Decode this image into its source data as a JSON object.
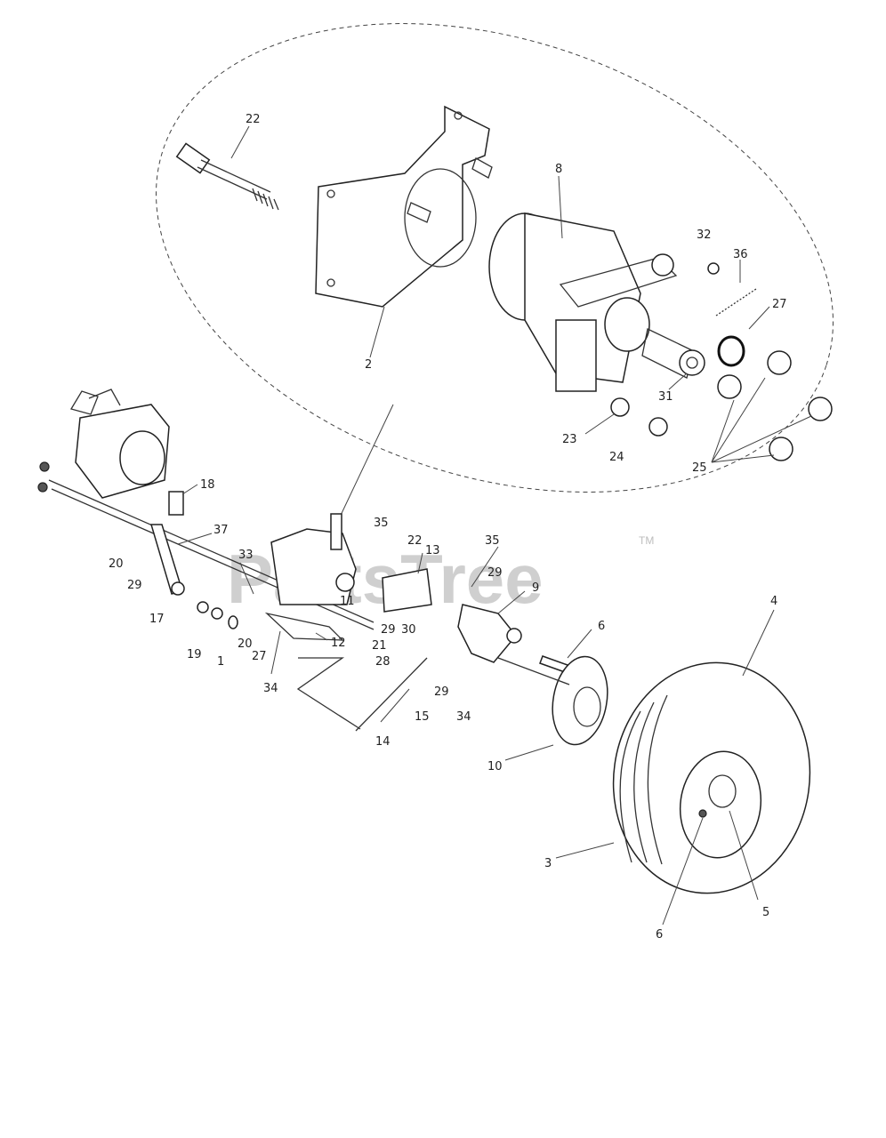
{
  "watermark": {
    "text": "PartsTree",
    "trademark": "TM"
  },
  "callouts": [
    {
      "id": "c22a",
      "text": "22"
    },
    {
      "id": "c8",
      "text": "8"
    },
    {
      "id": "c32",
      "text": "32"
    },
    {
      "id": "c36",
      "text": "36"
    },
    {
      "id": "c27a",
      "text": "27"
    },
    {
      "id": "c2",
      "text": "2"
    },
    {
      "id": "c31",
      "text": "31"
    },
    {
      "id": "c23",
      "text": "23"
    },
    {
      "id": "c24",
      "text": "24"
    },
    {
      "id": "c25",
      "text": "25"
    },
    {
      "id": "c18",
      "text": "18"
    },
    {
      "id": "c37",
      "text": "37"
    },
    {
      "id": "c20a",
      "text": "20"
    },
    {
      "id": "c29a",
      "text": "29"
    },
    {
      "id": "c17",
      "text": "17"
    },
    {
      "id": "c33",
      "text": "33"
    },
    {
      "id": "c35a",
      "text": "35"
    },
    {
      "id": "c22b",
      "text": "22"
    },
    {
      "id": "c13",
      "text": "13"
    },
    {
      "id": "c35b",
      "text": "35"
    },
    {
      "id": "c29b",
      "text": "29"
    },
    {
      "id": "c9",
      "text": "9"
    },
    {
      "id": "c11",
      "text": "11"
    },
    {
      "id": "c19",
      "text": "19"
    },
    {
      "id": "c1",
      "text": "1"
    },
    {
      "id": "c20b",
      "text": "20"
    },
    {
      "id": "c27b",
      "text": "27"
    },
    {
      "id": "c34a",
      "text": "34"
    },
    {
      "id": "c12",
      "text": "12"
    },
    {
      "id": "c29c",
      "text": "29"
    },
    {
      "id": "c30",
      "text": "30"
    },
    {
      "id": "c21",
      "text": "21"
    },
    {
      "id": "c28",
      "text": "28"
    },
    {
      "id": "c15",
      "text": "15"
    },
    {
      "id": "c29d",
      "text": "29"
    },
    {
      "id": "c34b",
      "text": "34"
    },
    {
      "id": "c6a",
      "text": "6"
    },
    {
      "id": "c14",
      "text": "14"
    },
    {
      "id": "c10",
      "text": "10"
    },
    {
      "id": "c4",
      "text": "4"
    },
    {
      "id": "c3",
      "text": "3"
    },
    {
      "id": "c5",
      "text": "5"
    },
    {
      "id": "c6b",
      "text": "6"
    }
  ]
}
